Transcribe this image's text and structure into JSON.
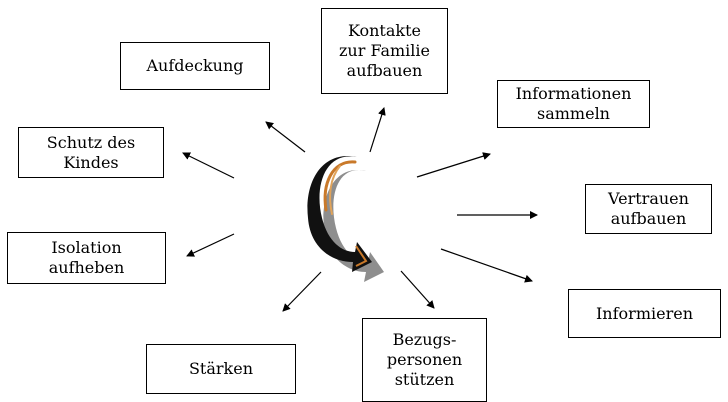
{
  "nodes": {
    "aufdeckung": "Aufdeckung",
    "kontakte": "Kontakte\nzur Familie\naufbauen",
    "informationen": "Informationen\nsammeln",
    "schutz": "Schutz des\nKindes",
    "vertrauen": "Vertrauen\naufbauen",
    "isolation": "Isolation\naufheben",
    "informieren": "Informieren",
    "staerken": "Stärken",
    "bezugs": "Bezugs-\npersonen\nstützen"
  },
  "center_icon": "curved-arrow-icon"
}
